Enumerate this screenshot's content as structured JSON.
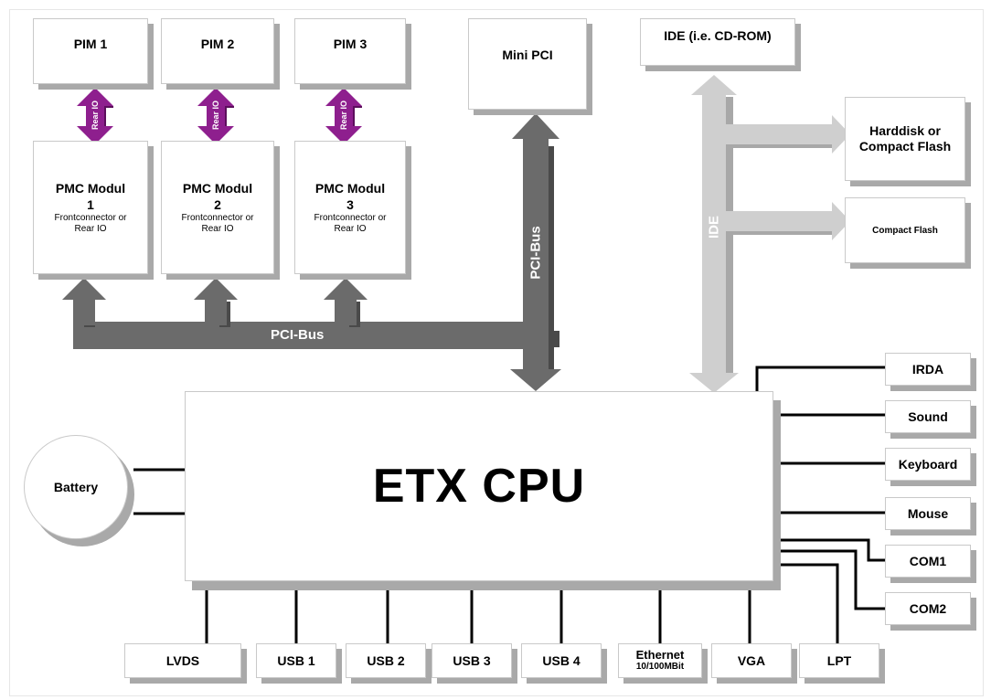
{
  "colors": {
    "pci_bus": "#6b6b6b",
    "pci_bus_shadow": "#4a4a4a",
    "ide_bus": "#cfcfcf",
    "ide_bus_shadow": "#a8a8a8",
    "rear_io": "#8e1f8e",
    "rear_io_shadow": "#5c0e5c",
    "box_shadow": "#a9a9a9",
    "wire": "#000000"
  },
  "pim": [
    {
      "label": "PIM 1"
    },
    {
      "label": "PIM 2"
    },
    {
      "label": "PIM 3"
    }
  ],
  "rear_io_label": "Rear IO",
  "pmc": [
    {
      "title": "PMC Modul",
      "num": "1",
      "sub1": "Frontconnector or",
      "sub2": "Rear IO"
    },
    {
      "title": "PMC Modul",
      "num": "2",
      "sub1": "Frontconnector or",
      "sub2": "Rear IO"
    },
    {
      "title": "PMC Modul",
      "num": "3",
      "sub1": "Frontconnector or",
      "sub2": "Rear IO"
    }
  ],
  "mini_pci": "Mini PCI",
  "ide_cdrom": "IDE (i.e. CD-ROM)",
  "harddisk": {
    "line1": "Harddisk or",
    "line2": "Compact Flash"
  },
  "compact_flash": "Compact Flash",
  "bus_labels": {
    "pci_horizontal": "PCI-Bus",
    "pci_vertical": "PCI-Bus",
    "ide": "IDE"
  },
  "cpu": "ETX CPU",
  "battery": "Battery",
  "right_ports": [
    "IRDA",
    "Sound",
    "Keyboard",
    "Mouse",
    "COM1",
    "COM2"
  ],
  "bottom_ports": [
    {
      "label": "LVDS"
    },
    {
      "label": "USB 1"
    },
    {
      "label": "USB 2"
    },
    {
      "label": "USB 3"
    },
    {
      "label": "USB 4"
    },
    {
      "label": "Ethernet",
      "sub": "10/100MBit"
    },
    {
      "label": "VGA"
    },
    {
      "label": "LPT"
    }
  ]
}
